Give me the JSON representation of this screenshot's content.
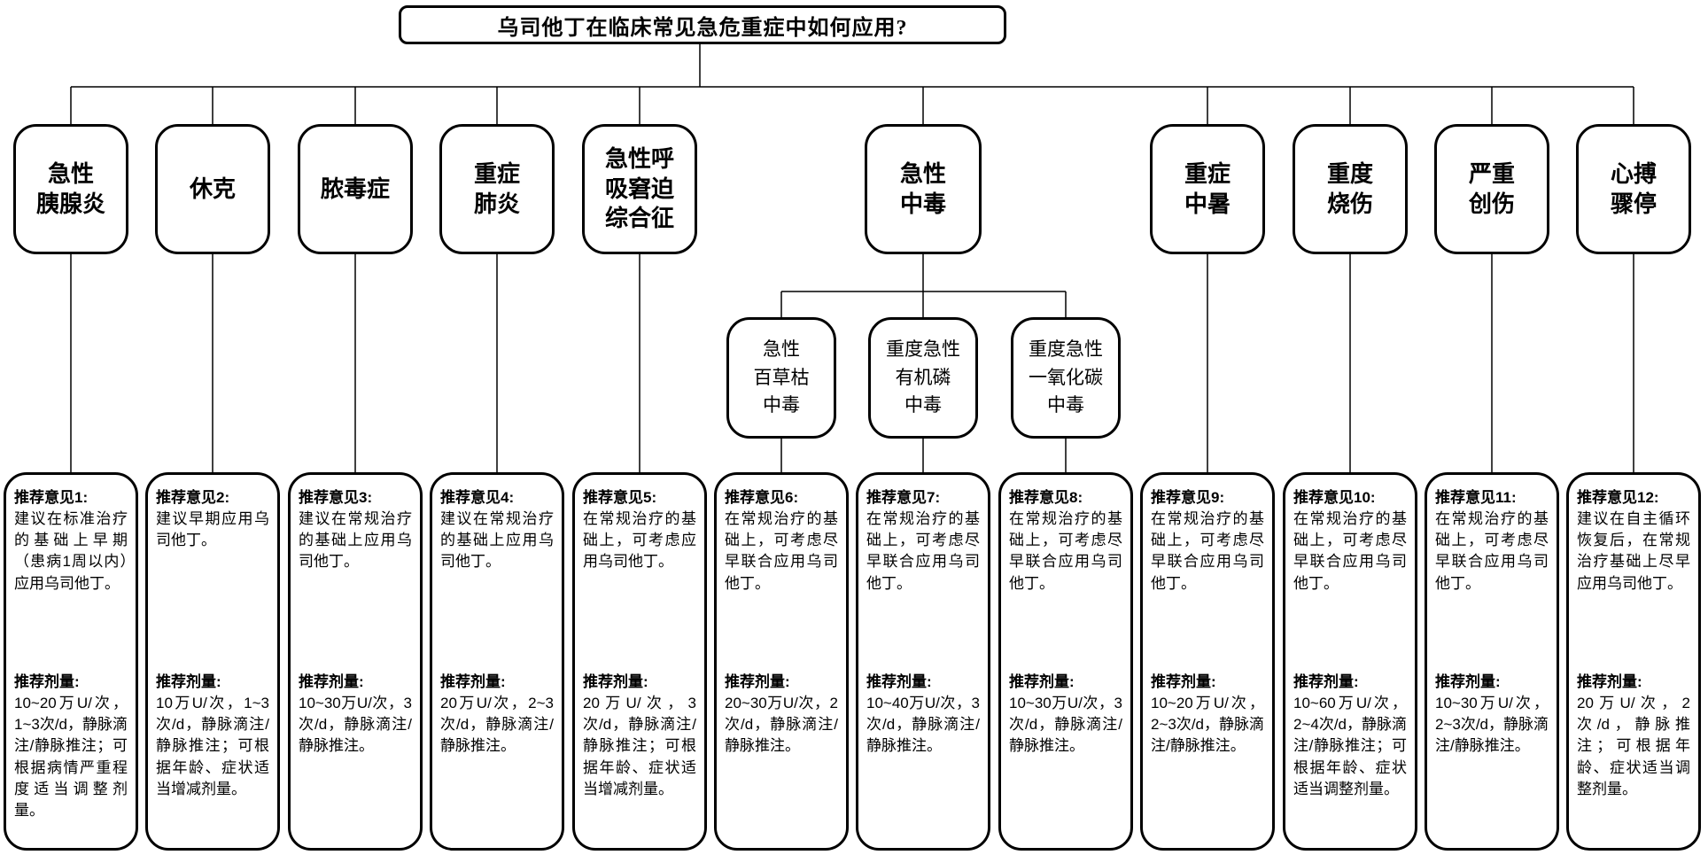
{
  "title": "乌司他丁在临床常见急危重症中如何应用?",
  "colors": {
    "background": "#ffffff",
    "line": "#000000",
    "text": "#000000"
  },
  "conditions": [
    {
      "label": "急性\n胰腺炎"
    },
    {
      "label": "休克"
    },
    {
      "label": "脓毒症"
    },
    {
      "label": "重症\n肺炎"
    },
    {
      "label": "急性呼\n吸窘迫\n综合征"
    },
    {
      "label": "急性\n中毒"
    },
    {
      "label": "重症\n中暑"
    },
    {
      "label": "重度\n烧伤"
    },
    {
      "label": "严重\n创伤"
    },
    {
      "label": "心搏\n骤停"
    }
  ],
  "sub_conditions": [
    {
      "label": "急性\n百草枯\n中毒"
    },
    {
      "label": "重度急性\n有机磷\n中毒"
    },
    {
      "label": "重度急性\n一氧化碳\n中毒"
    }
  ],
  "recommendations": [
    {
      "heading": "推荐意见1:",
      "opinion": "建议在标准治疗的基础上早期（患病1周以内）应用乌司他丁。",
      "dose_heading": "推荐剂量:",
      "dose": "10~20万U/次，1~3次/d，静脉滴注/静脉推注；可根据病情严重程度适当调整剂量。"
    },
    {
      "heading": "推荐意见2:",
      "opinion": "建议早期应用乌司他丁。",
      "dose_heading": "推荐剂量:",
      "dose": "10万U/次，1~3次/d，静脉滴注/静脉推注；可根据年龄、症状适当增减剂量。"
    },
    {
      "heading": "推荐意见3:",
      "opinion": "建议在常规治疗的基础上应用乌司他丁。",
      "dose_heading": "推荐剂量:",
      "dose": "10~30万U/次，3次/d，静脉滴注/静脉推注。"
    },
    {
      "heading": "推荐意见4:",
      "opinion": "建议在常规治疗的基础上应用乌司他丁。",
      "dose_heading": "推荐剂量:",
      "dose": "20万U/次，2~3次/d，静脉滴注/静脉推注。"
    },
    {
      "heading": "推荐意见5:",
      "opinion": "在常规治疗的基础上，可考虑应用乌司他丁。",
      "dose_heading": "推荐剂量:",
      "dose": "20万U/次，3次/d，静脉滴注/静脉推注；可根据年龄、症状适当增减剂量。"
    },
    {
      "heading": "推荐意见6:",
      "opinion": "在常规治疗的基础上，可考虑尽早联合应用乌司他丁。",
      "dose_heading": "推荐剂量:",
      "dose": "20~30万U/次，2次/d，静脉滴注/静脉推注。"
    },
    {
      "heading": "推荐意见7:",
      "opinion": "在常规治疗的基础上，可考虑尽早联合应用乌司他丁。",
      "dose_heading": "推荐剂量:",
      "dose": "10~40万U/次，3次/d，静脉滴注/静脉推注。"
    },
    {
      "heading": "推荐意见8:",
      "opinion": "在常规治疗的基础上，可考虑尽早联合应用乌司他丁。",
      "dose_heading": "推荐剂量:",
      "dose": "10~30万U/次，3次/d，静脉滴注/静脉推注。"
    },
    {
      "heading": "推荐意见9:",
      "opinion": "在常规治疗的基础上，可考虑尽早联合应用乌司他丁。",
      "dose_heading": "推荐剂量:",
      "dose": "10~20万U/次，2~3次/d，静脉滴注/静脉推注。"
    },
    {
      "heading": "推荐意见10:",
      "opinion": "在常规治疗的基础上，可考虑尽早联合应用乌司他丁。",
      "dose_heading": "推荐剂量:",
      "dose": "10~60万U/次，2~4次/d，静脉滴注/静脉推注；可根据年龄、症状适当调整剂量。"
    },
    {
      "heading": "推荐意见11:",
      "opinion": "在常规治疗的基础上，可考虑尽早联合应用乌司他丁。",
      "dose_heading": "推荐剂量:",
      "dose": "10~30万U/次，2~3次/d，静脉滴注/静脉推注。"
    },
    {
      "heading": "推荐意见12:",
      "opinion": "建议在自主循环恢复后，在常规治疗基础上尽早应用乌司他丁。",
      "dose_heading": "推荐剂量:",
      "dose": "20万U/次，2次/d，静脉推注；可根据年龄、症状适当调整剂量。"
    }
  ]
}
